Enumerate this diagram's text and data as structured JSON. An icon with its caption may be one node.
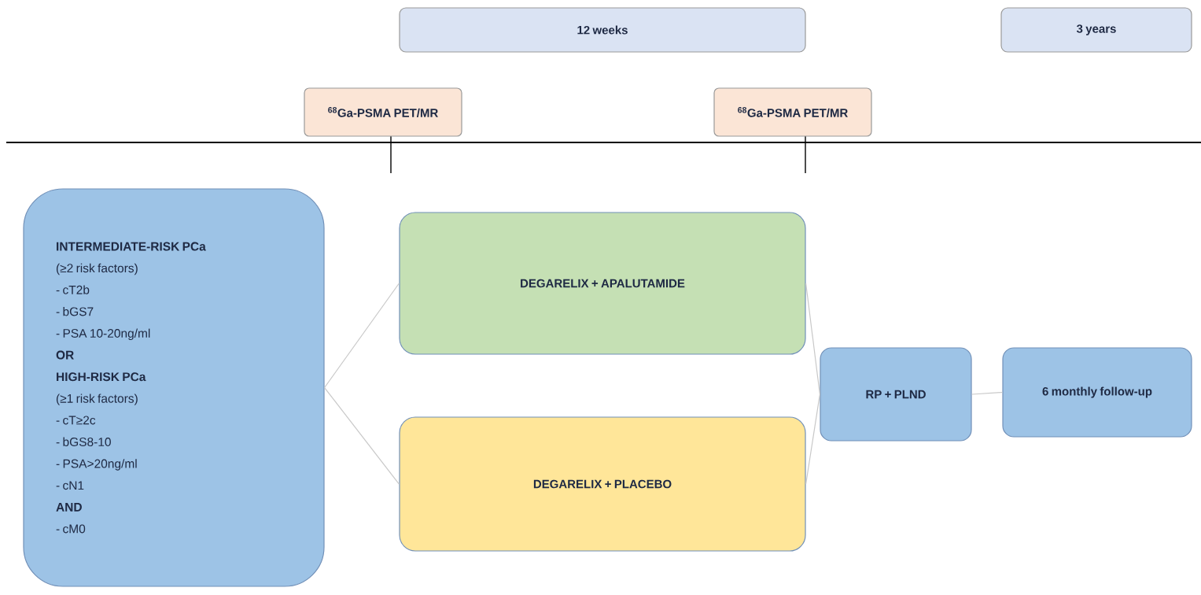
{
  "diagram": {
    "nodes": [
      {
        "text": [
          "12 weeks"
        ]
      },
      {
        "text": [
          "3 years"
        ]
      },
      {
        "text": [
          "$^{68}$Ga-PSMA PET/MR"
        ]
      },
      {
        "text": [
          "$^{68}$Ga-PSMA PET/MR"
        ]
      },
      {
        "text": [
          "INTERMEDIATE-RISK PCa",
          "(≥2 risk factors)",
          "- cT2b",
          "- bGS7",
          "- PSA 10-20ng/ml",
          "OR",
          "HIGH-RISK PCa",
          "(≥1 risk factors)",
          "- cT≥2c",
          "- bGS8-10",
          "- PSA>20ng/ml",
          "- cN1",
          "AND",
          "- cM0"
        ]
      },
      {
        "text": [
          "DEGARELIX + APALUTAMIDE"
        ]
      },
      {
        "text": [
          "DEGARELIX + PLACEBO"
        ]
      },
      {
        "text": [
          "RP + PLND"
        ]
      },
      {
        "text": [
          "6 monthly follow-up"
        ]
      }
    ],
    "edges": [
      {
        "from": 4,
        "to": 5,
        "arrow": "none"
      },
      {
        "from": 4,
        "to": 6,
        "arrow": "none"
      },
      {
        "from": 5,
        "to": 7,
        "arrow": "none"
      },
      {
        "from": 6,
        "to": 7,
        "arrow": "none"
      },
      {
        "from": 7,
        "to": 8,
        "arrow": "none"
      }
    ]
  }
}
